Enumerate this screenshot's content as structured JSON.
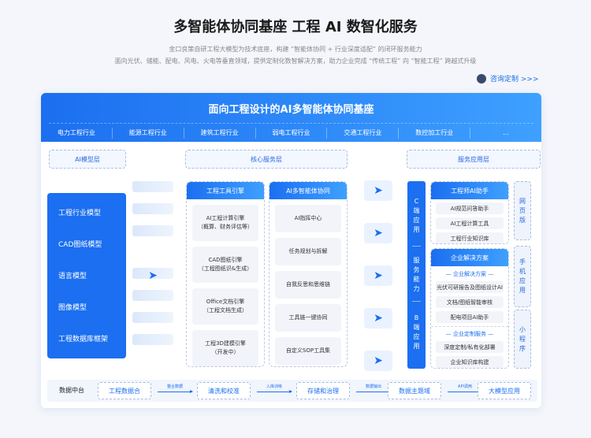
{
  "header": {
    "title": "多智能体协同基座 工程 AI 数智化服务",
    "subtitle_1": "金口良策自研工程大模型为技术底座，构建 “智能体协同 + 行业深度适配” 的闭环服务能力",
    "subtitle_2": "面向光伏、储能、配电、风电、火电等垂直领域，提供定制化数智解决方案，助力企业完成 “传统工程” 向 “智能工程” 跨越式升级",
    "consult": "咨询定制 >>>"
  },
  "platform": {
    "title": "面向工程设计的AI多智能体协同基座",
    "industries": [
      "电力工程行业",
      "能源工程行业",
      "建筑工程行业",
      "弱电工程行业",
      "交通工程行业",
      "数控加工行业",
      "..."
    ]
  },
  "layers": {
    "ai_model": "AI模型层",
    "core": "核心服务层",
    "app": "服务应用层"
  },
  "models": [
    "工程行业模型",
    "CAD图纸模型",
    "语言模型",
    "图像模型",
    "工程数据库框架"
  ],
  "core": {
    "tools": {
      "title": "工程工具引擎",
      "items": [
        [
          "AI工程计算引擎",
          "（概算、财务评估等）"
        ],
        [
          "CAD图纸引擎",
          "（工程图纸识&生成）"
        ],
        [
          "Office文档引擎",
          "（工程文档生成）"
        ],
        [
          "工程3D建模引擎",
          "（开发中）"
        ]
      ]
    },
    "agents": {
      "title": "AI多智能体协同",
      "items": [
        "AI指挥中心",
        "任务规划与拆解",
        "自我反思和思维链",
        "工具链一键协同",
        "自定义SOP工具集"
      ]
    }
  },
  "service_bar": {
    "c_end": "C端应用",
    "ability": "服务能力",
    "b_end": "B端应用"
  },
  "assistant": {
    "title": "工程师AI助手",
    "items": [
      "AI规范问答助手",
      "AI工程计算工具",
      "工程行业知识库"
    ]
  },
  "enterprise": {
    "title": "企业解决方案",
    "section1": "企业解决方案",
    "items1": [
      "光伏可研报告及图纸设计AI",
      "文档/图纸智能审核",
      "配电项目AI助手"
    ],
    "section2": "企业定制服务",
    "items2": [
      "深度定制/私有化部署",
      "企业知识库构建"
    ]
  },
  "platforms": [
    "网页版",
    "手机应用",
    "小程序"
  ],
  "data_center": {
    "label": "数据中台",
    "steps": [
      "工程数据合",
      "清洗和校准",
      "存储和治理",
      "数据主题域",
      "大模型应用"
    ],
    "arrows": [
      "整合数据",
      "入库训练",
      "数据输出",
      "API调用"
    ]
  }
}
